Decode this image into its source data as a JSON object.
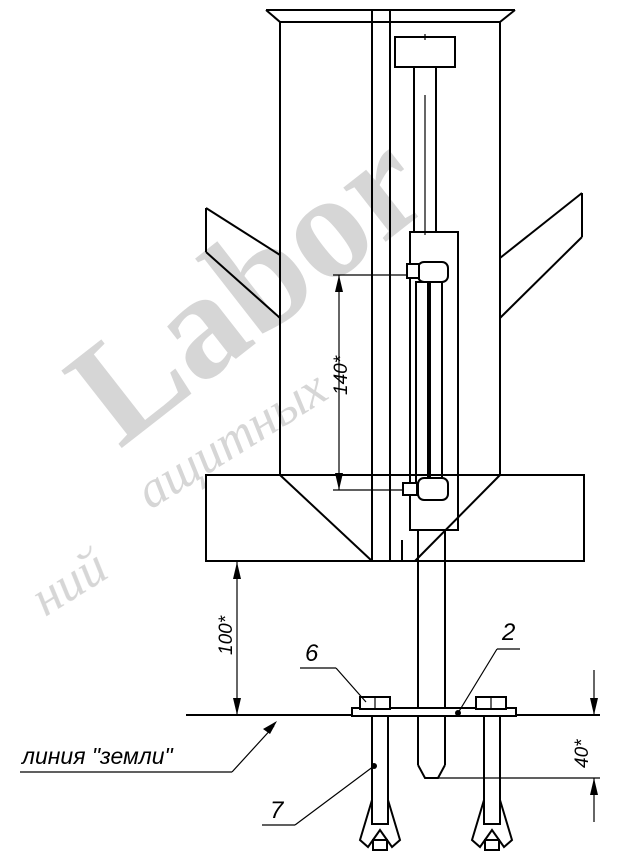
{
  "colors": {
    "line": "#000000",
    "watermark": "#c8c8c8",
    "background": "#ffffff"
  },
  "watermark": {
    "main": "Labor",
    "line1": "ащитных",
    "line2": "ний"
  },
  "dimensions": {
    "clamp_spacing": "140*",
    "ground_clearance": "100*",
    "anchor_depth": "40*"
  },
  "callouts": {
    "item_2": "2",
    "item_6": "6",
    "item_7": "7",
    "ground_line": "линия \"земли\""
  }
}
